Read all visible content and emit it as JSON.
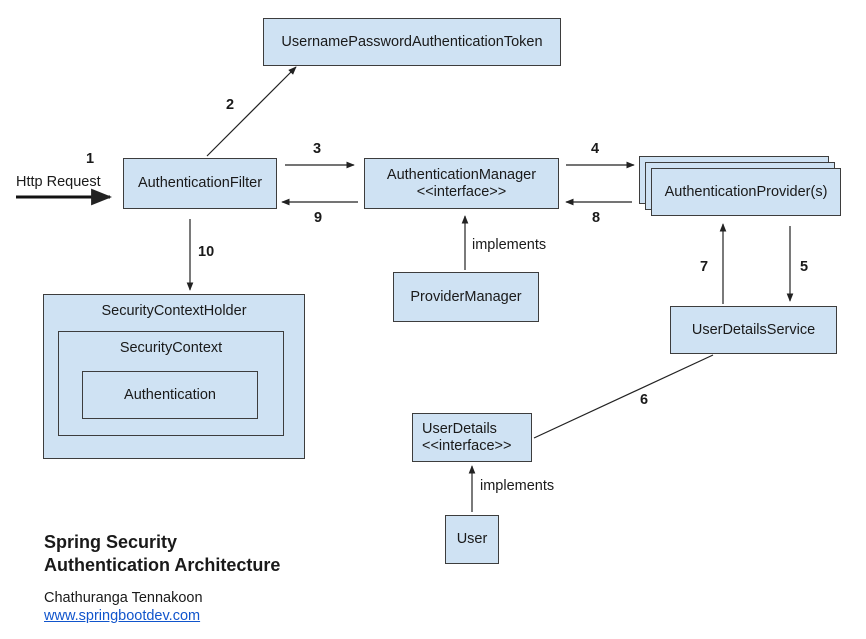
{
  "diagram": {
    "nodes": {
      "token": "UsernamePasswordAuthenticationToken",
      "filter": "AuthenticationFilter",
      "manager": {
        "line1": "AuthenticationManager",
        "line2": "<<interface>>"
      },
      "provider": "AuthenticationProvider(s)",
      "provider_manager": "ProviderManager",
      "user_details_service": "UserDetailsService",
      "user_details": {
        "line1": "UserDetails",
        "line2": "<<interface>>"
      },
      "user": "User",
      "security_context_holder": "SecurityContextHolder",
      "security_context": "SecurityContext",
      "authentication": "Authentication"
    },
    "edge_labels": {
      "http_request": "Http Request",
      "implements_manager": "implements",
      "implements_user": "implements"
    },
    "steps": [
      "1",
      "2",
      "3",
      "4",
      "5",
      "6",
      "7",
      "8",
      "9",
      "10"
    ]
  },
  "caption": {
    "title_line1": "Spring Security",
    "title_line2": "Authentication Architecture",
    "author": "Chathuranga Tennakoon",
    "website": "www.springbootdev.com"
  },
  "colors": {
    "box_fill": "#cfe2f3",
    "border": "#3d3d3d",
    "link": "#1155cc"
  }
}
